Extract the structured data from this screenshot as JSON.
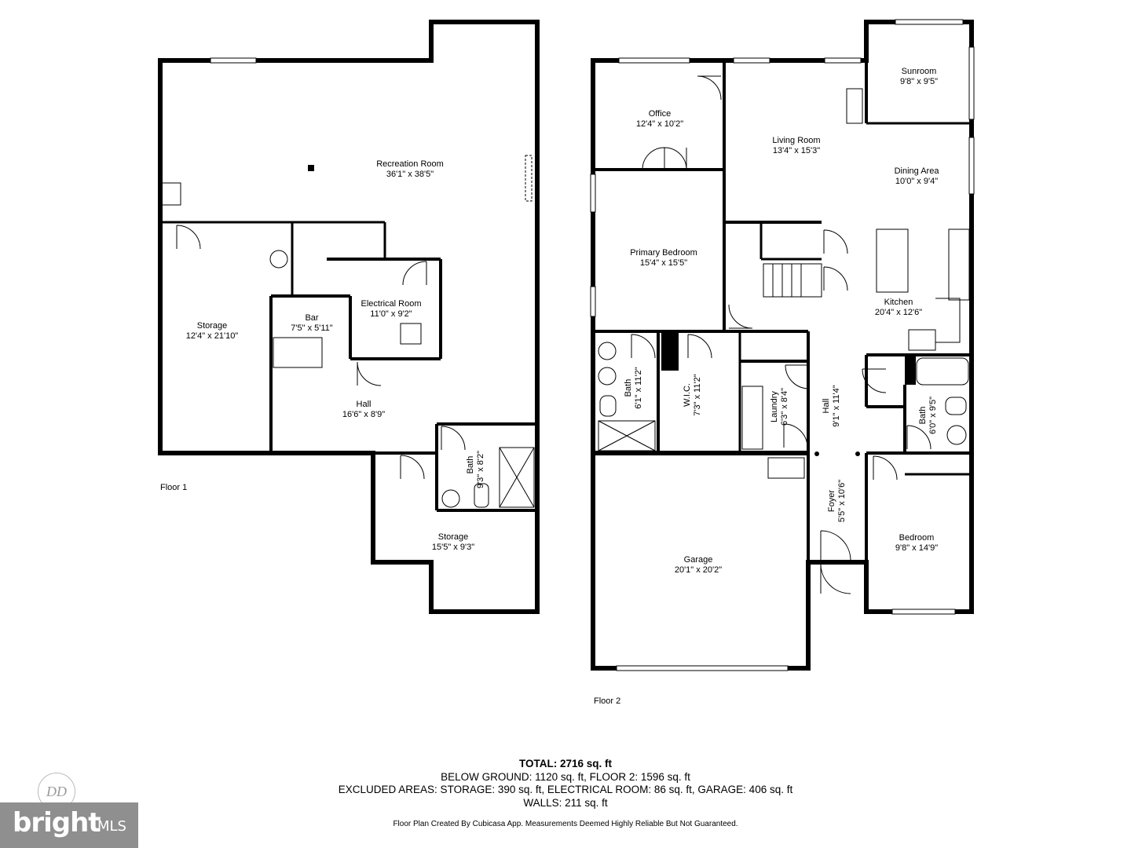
{
  "floor1": {
    "label": "Floor 1",
    "rooms": {
      "recreation": {
        "name": "Recreation Room",
        "dims": "36'1\" x 38'5\""
      },
      "storage_large": {
        "name": "Storage",
        "dims": "12'4\" x 21'10\""
      },
      "bar": {
        "name": "Bar",
        "dims": "7'5\" x 5'11\""
      },
      "electrical": {
        "name": "Electrical Room",
        "dims": "11'0\" x 9'2\""
      },
      "hall": {
        "name": "Hall",
        "dims": "16'6\" x 8'9\""
      },
      "bath": {
        "name": "Bath",
        "dims": "9'3\" x 8'2\""
      },
      "storage_small": {
        "name": "Storage",
        "dims": "15'5\" x 9'3\""
      }
    }
  },
  "floor2": {
    "label": "Floor 2",
    "rooms": {
      "office": {
        "name": "Office",
        "dims": "12'4\" x 10'2\""
      },
      "living": {
        "name": "Living Room",
        "dims": "13'4\" x 15'3\""
      },
      "sunroom": {
        "name": "Sunroom",
        "dims": "9'8\" x 9'5\""
      },
      "dining": {
        "name": "Dining Area",
        "dims": "10'0\" x 9'4\""
      },
      "primary_bedroom": {
        "name": "Primary Bedroom",
        "dims": "15'4\" x 15'5\""
      },
      "kitchen": {
        "name": "Kitchen",
        "dims": "20'4\" x 12'6\""
      },
      "bath1": {
        "name": "Bath",
        "dims": "6'1\" x 11'2\""
      },
      "wic": {
        "name": "W.I.C.",
        "dims": "7'3\" x 11'2\""
      },
      "laundry": {
        "name": "Laundry",
        "dims": "6'3\" x 8'4\""
      },
      "hall": {
        "name": "Hall",
        "dims": "9'1\" x 11'4\""
      },
      "bath2": {
        "name": "Bath",
        "dims": "6'0\" x 9'5\""
      },
      "foyer": {
        "name": "Foyer",
        "dims": "5'5\" x 10'6\""
      },
      "garage": {
        "name": "Garage",
        "dims": "20'1\" x 20'2\""
      },
      "bedroom": {
        "name": "Bedroom",
        "dims": "9'8\" x 14'9\""
      }
    }
  },
  "summary": {
    "total": "TOTAL: 2716 sq. ft",
    "line2": "BELOW GROUND: 1120 sq. ft, FLOOR 2: 1596 sq. ft",
    "line3": "EXCLUDED AREAS: STORAGE: 390 sq. ft, ELECTRICAL ROOM: 86 sq. ft, GARAGE: 406 sq. ft",
    "line4": "WALLS: 211 sq. ft"
  },
  "footnote": "Floor Plan Created By Cubicasa App. Measurements Deemed Highly Reliable But Not Guaranteed.",
  "logo": {
    "brand": "bright",
    "suffix": "MLS",
    "seal": "DD"
  },
  "colors": {
    "wall": "#000000",
    "background": "#ffffff",
    "logo_bg": "#8f8f8f"
  }
}
